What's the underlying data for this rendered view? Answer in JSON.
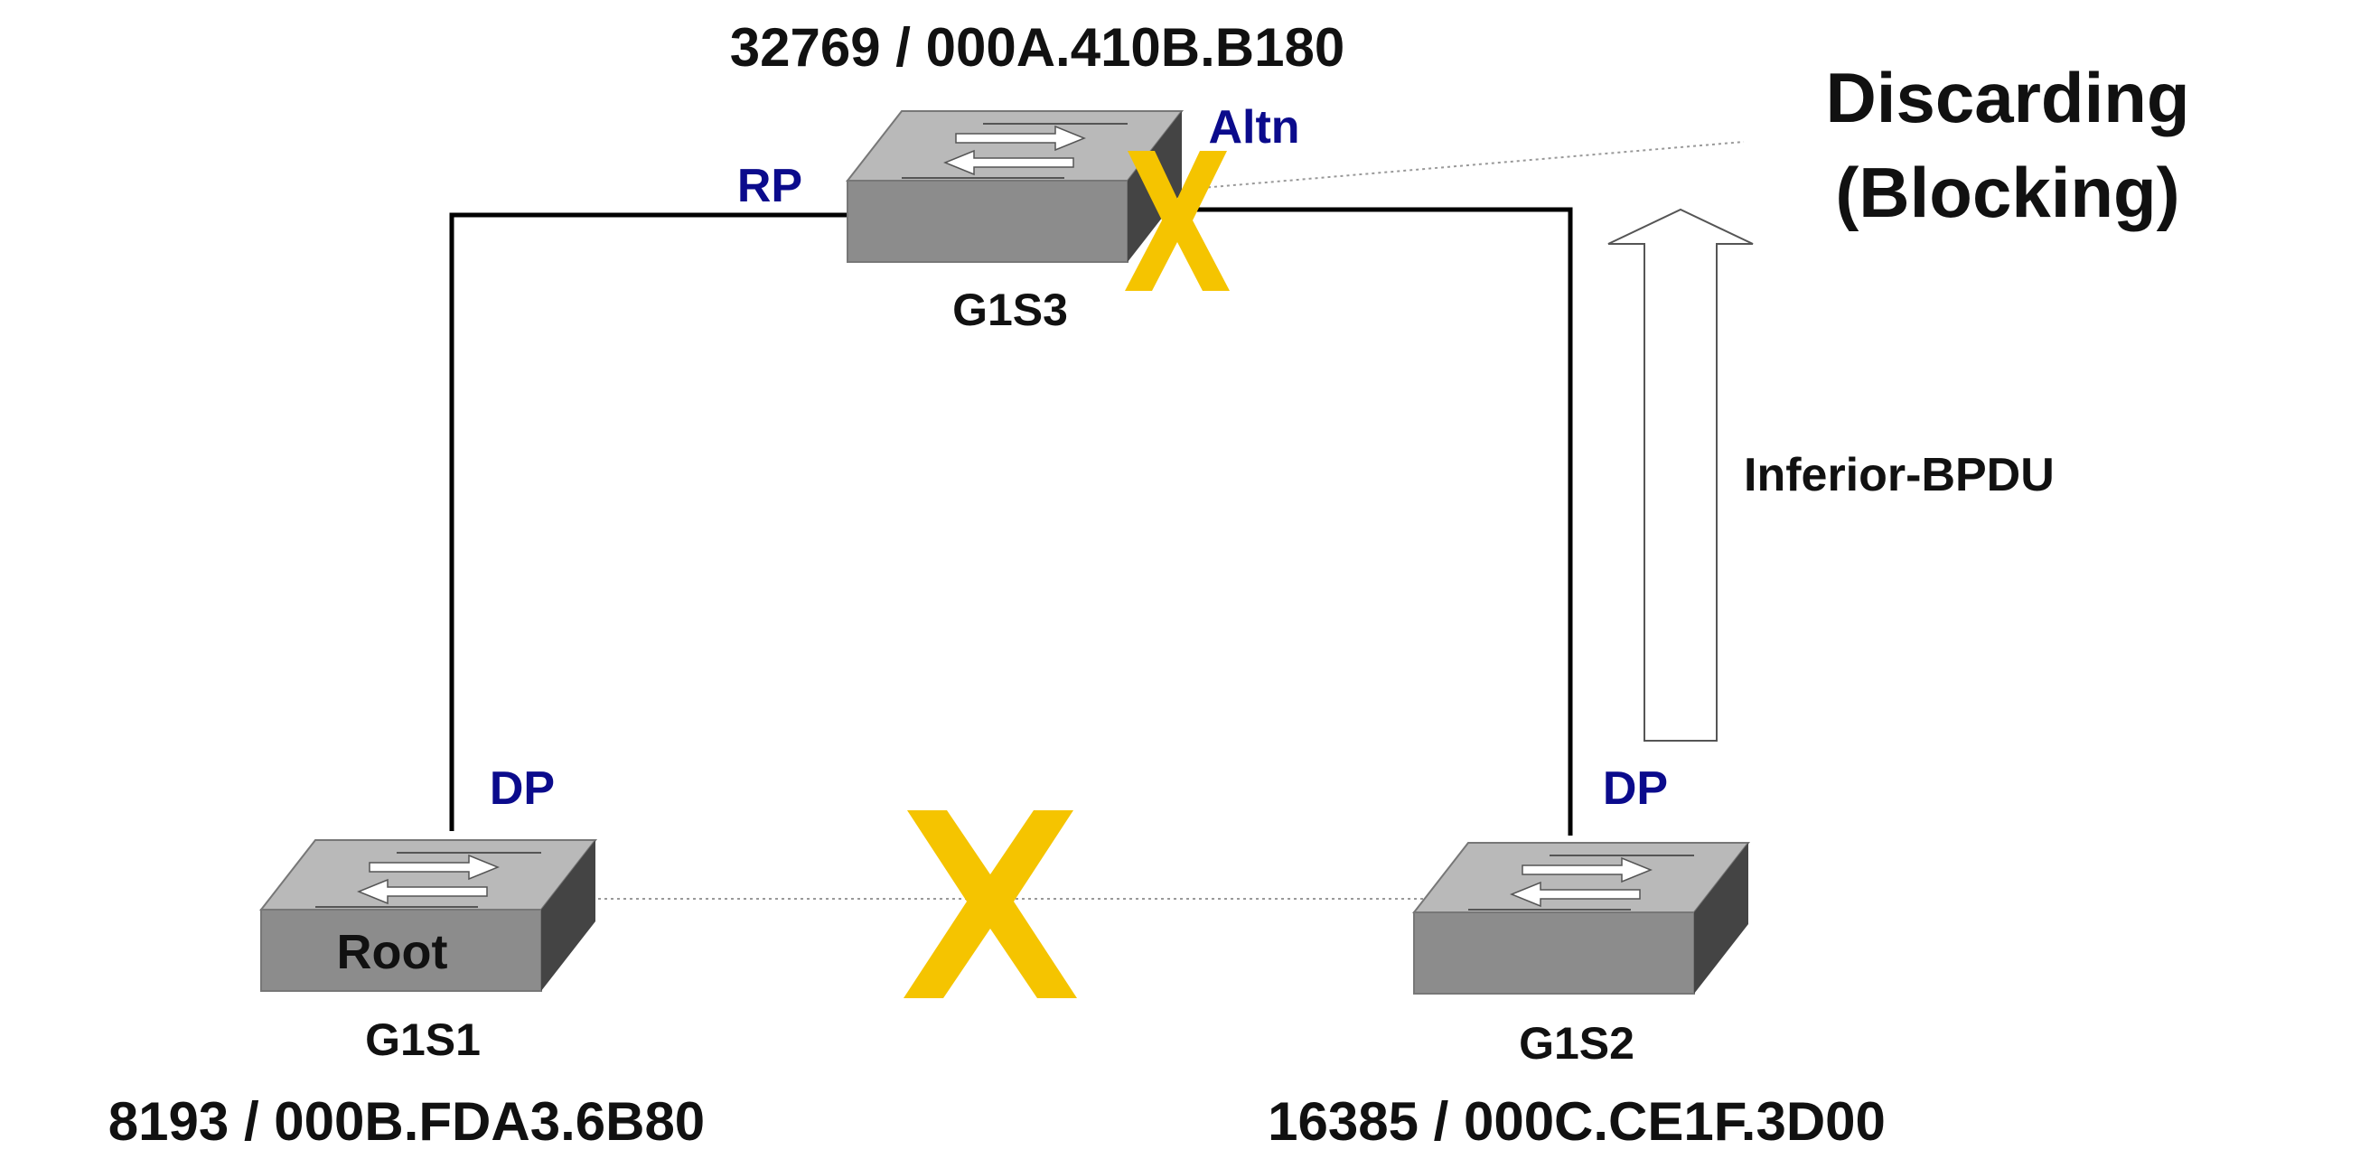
{
  "switches": {
    "s1": {
      "name": "G1S1",
      "inner_label": "Root",
      "id_text": "8193 / 000B.FDA3.6B80"
    },
    "s2": {
      "name": "G1S2",
      "id_text": "16385 / 000C.CE1F.3D00"
    },
    "s3": {
      "name": "G1S3",
      "id_text": "32769 / 000A.410B.B180"
    }
  },
  "ports": {
    "s3_left": "RP",
    "s3_right": "Altn",
    "s1_top": "DP",
    "s2_top": "DP"
  },
  "callout": {
    "line1": "Discarding",
    "line2": "(Blocking)"
  },
  "arrow_label": "Inferior-BPDU",
  "colors": {
    "port_label": "#0b0b8c",
    "block_mark": "#f5c400",
    "switch_front": "#8c8c8c",
    "switch_top": "#b9b9b9",
    "switch_side": "#444444",
    "link": "#000000",
    "dotted_link": "#999999"
  }
}
